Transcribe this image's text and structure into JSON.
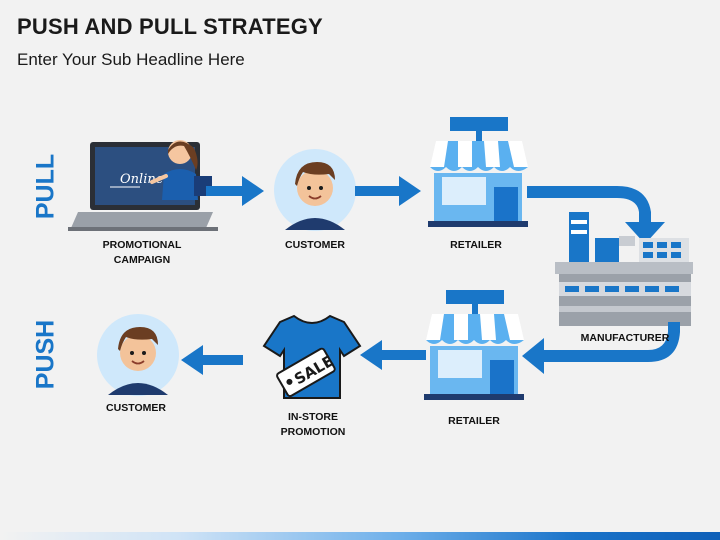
{
  "header": {
    "title": "PUSH AND PULL STRATEGY",
    "subtitle": "Enter Your Sub Headline Here"
  },
  "pull": {
    "side_label": "PULL",
    "laptop_text": "Online",
    "captions": {
      "campaign": "PROMOTIONAL\nCAMPAIGN",
      "customer": "CUSTOMER",
      "retailer": "RETAILER"
    }
  },
  "manufacturer": {
    "caption": "MANUFACTURER"
  },
  "push": {
    "side_label": "PUSH",
    "tag_text": "SALE",
    "captions": {
      "retailer": "RETAILER",
      "promotion": "IN-STORE\nPROMOTION",
      "customer": "CUSTOMER"
    }
  },
  "colors": {
    "accent": "#1976c8",
    "store_blue": "#5ab0f0",
    "dark_navy": "#1f3b6e"
  }
}
